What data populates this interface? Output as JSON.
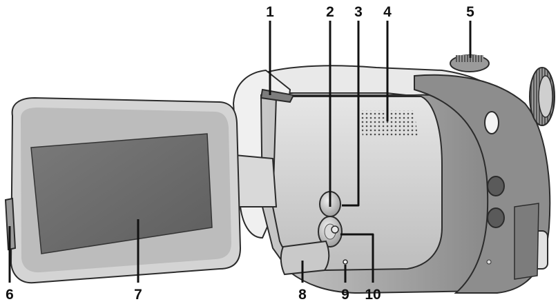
{
  "figure": {
    "callouts": [
      {
        "id": "1",
        "label": "1"
      },
      {
        "id": "2",
        "label": "2"
      },
      {
        "id": "3",
        "label": "3"
      },
      {
        "id": "4",
        "label": "4"
      },
      {
        "id": "5",
        "label": "5"
      },
      {
        "id": "6",
        "label": "6"
      },
      {
        "id": "7",
        "label": "7"
      },
      {
        "id": "8",
        "label": "8"
      },
      {
        "id": "9",
        "label": "9"
      },
      {
        "id": "10",
        "label": "10"
      }
    ]
  },
  "colors": {
    "body_dark": "#8a8a8a",
    "body_mid": "#b5b5b5",
    "body_light": "#dedede",
    "highlight": "#f2f2f2",
    "screen": "#6f6f6f",
    "line": "#111111"
  }
}
